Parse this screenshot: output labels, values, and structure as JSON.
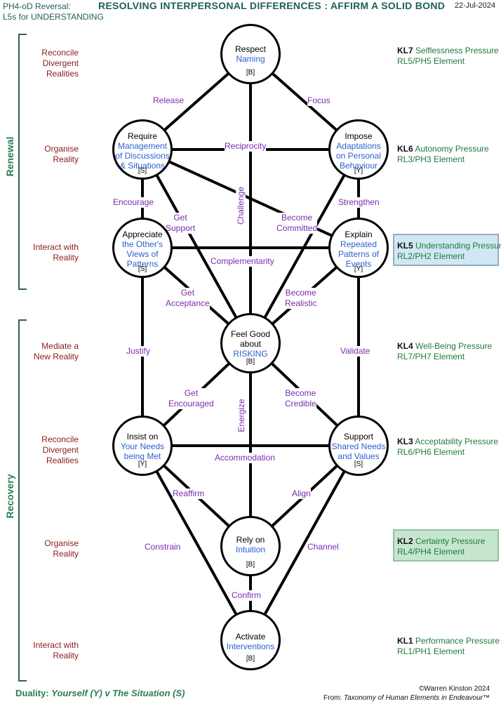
{
  "header": {
    "left_line1": "PH4-oD Reversal:",
    "left_line2": "L5s for UNDERSTANDING",
    "title": "RESOLVING  INTERPERSONAL DIFFERENCES :  AFFIRM A SOLID BOND",
    "date": "22-Jul-2024"
  },
  "sections": {
    "renewal": "Renewal",
    "recovery": "Recovery"
  },
  "left_labels": [
    {
      "l1": "Reconcile",
      "l2": "Divergent",
      "l3": "Realities"
    },
    {
      "l1": "Organise",
      "l2": "Reality",
      "l3": ""
    },
    {
      "l1": "Interact with",
      "l2": "Reality",
      "l3": ""
    },
    {
      "l1": "Mediate a",
      "l2": "New Reality",
      "l3": ""
    },
    {
      "l1": "Reconcile",
      "l2": "Divergent",
      "l3": "Realities"
    },
    {
      "l1": "Organise",
      "l2": "Reality",
      "l3": ""
    },
    {
      "l1": "Interact with",
      "l2": "Reality",
      "l3": ""
    }
  ],
  "right_labels": [
    {
      "kl": "KL7",
      "p": "Selflessness Pressure",
      "el": "RL5/PH5 Element"
    },
    {
      "kl": "KL6",
      "p": "Autonomy Pressure",
      "el": "RL3/PH3 Element"
    },
    {
      "kl": "KL5",
      "p": "Understanding Pressure",
      "el": "RL2/PH2 Element"
    },
    {
      "kl": "KL4",
      "p": "Well-Being Pressure",
      "el": "RL7/PH7 Element"
    },
    {
      "kl": "KL3",
      "p": "Acceptability Pressure",
      "el": "RL6/PH6 Element"
    },
    {
      "kl": "KL2",
      "p": "Certainty Pressure",
      "el": "RL4/PH4 Element"
    },
    {
      "kl": "KL1",
      "p": "Performance Pressure",
      "el": "RL1/PH1 Element"
    }
  ],
  "nodes": {
    "respect": {
      "title": "Respect",
      "sub1": "Naming",
      "sub2": "",
      "sub3": "",
      "tag": "[B]"
    },
    "require": {
      "title": "Require",
      "sub1": "Management",
      "sub2": "of Discussions",
      "sub3": "& Situations",
      "tag": "[S]"
    },
    "impose": {
      "title": "Impose",
      "sub1": "Adaptations",
      "sub2": "on Personal",
      "sub3": "Behaviour",
      "tag": "[Y]"
    },
    "appreciate": {
      "title": "Appreciate",
      "sub1": "the Other's",
      "sub2": "Views of",
      "sub3": "Patterns",
      "tag": "[S]"
    },
    "explain": {
      "title": "Explain",
      "sub1": "Repeated",
      "sub2": "Patterns of",
      "sub3": "Events",
      "tag": "[Y]"
    },
    "feelgood": {
      "title": "Feel Good",
      "title2": "about",
      "sub1": "RISKING",
      "sub2": "",
      "sub3": "",
      "tag": "[B]"
    },
    "insist": {
      "title": "Insist on",
      "sub1": "Your Needs",
      "sub2": "being Met",
      "sub3": "",
      "tag": "[Y]"
    },
    "support": {
      "title": "Support",
      "sub1": "Shared Needs",
      "sub2": "and Values",
      "sub3": "",
      "tag": "[S]"
    },
    "rely": {
      "title": "Rely on",
      "sub1": "Intuition",
      "sub2": "",
      "sub3": "",
      "tag": "[B]"
    },
    "activate": {
      "title": "Activate",
      "sub1": "Interventions",
      "sub2": "",
      "sub3": "",
      "tag": "[B]"
    }
  },
  "edges": {
    "release": "Release",
    "focus": "Focus",
    "reciprocity": "Reciprocity",
    "encourage": "Encourage",
    "get_support_1": "Get",
    "get_support_2": "Support",
    "challenge": "Challenge",
    "become_committed_1": "Become",
    "become_committed_2": "Committed",
    "strengthen": "Strengthen",
    "complementarity": "Complementarity",
    "get_acceptance_1": "Get",
    "get_acceptance_2": "Acceptance",
    "become_realistic_1": "Become",
    "become_realistic_2": "Realistic",
    "justify": "Justify",
    "validate": "Validate",
    "get_encouraged_1": "Get",
    "get_encouraged_2": "Encouraged",
    "energize": "Energize",
    "become_credible_1": "Become",
    "become_credible_2": "Credible",
    "accommodation": "Accommodation",
    "reaffirm": "Reaffirm",
    "align": "Align",
    "constrain": "Constrain",
    "channel": "Channel",
    "confirm": "Confirm"
  },
  "footer": {
    "duality_label": "Duality:",
    "duality_text": "Yourself (Y) v The Situation (S)",
    "copyright": "©Warren Kinston 2024",
    "from_label": "From:",
    "from_text": "Taxonomy of Human Elements in Endeavour™"
  },
  "colors": {
    "teal": "#1f5f5a",
    "edge_label": "#7b2bb0",
    "node_sub": "#2a5fd0",
    "left_label": "#8b1a1a",
    "right_label": "#1e7a3c",
    "kl5_highlight": "#cfe8f3",
    "kl2_highlight": "#c6e6cf"
  }
}
